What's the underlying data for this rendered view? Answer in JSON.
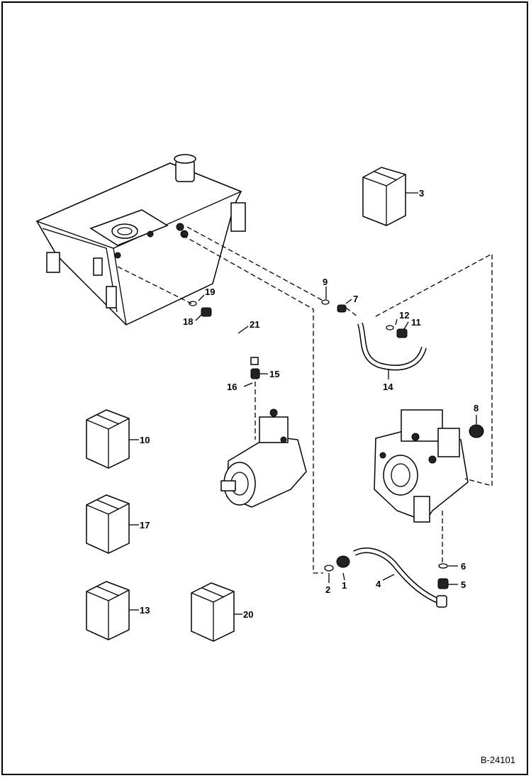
{
  "drawing": {
    "reference": "B-24101",
    "callouts": [
      "1",
      "2",
      "3",
      "4",
      "5",
      "6",
      "7",
      "8",
      "9",
      "10",
      "11",
      "12",
      "13",
      "14",
      "15",
      "16",
      "17",
      "18",
      "19",
      "20",
      "21"
    ]
  }
}
